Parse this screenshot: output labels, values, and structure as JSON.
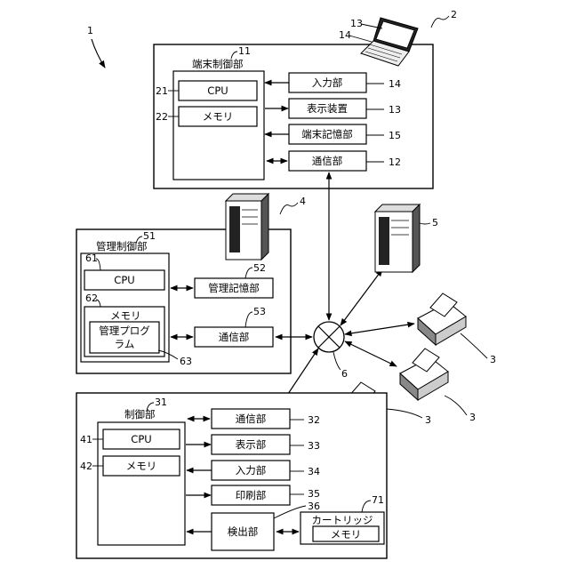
{
  "refs": {
    "system": "1",
    "terminal": "2",
    "printer": "3",
    "server": "4",
    "server2": "5",
    "network": "6",
    "cartridge": "71"
  },
  "terminal": {
    "ref": "11",
    "controller_label": "端末制御部",
    "cpu_ref": "21",
    "cpu_label": "CPU",
    "memory_ref": "22",
    "memory_label": "メモリ",
    "input_label": "入力部",
    "input_ref": "14",
    "display_label": "表示装置",
    "display_ref": "13",
    "storage_label": "端末記憶部",
    "storage_ref": "15",
    "comm_label": "通信部",
    "comm_ref": "12",
    "laptop_ref_screen": "13",
    "laptop_ref_keyboard": "14"
  },
  "server": {
    "ref": "51",
    "controller_label": "管理制御部",
    "cpu_ref": "61",
    "cpu_label": "CPU",
    "memory_ref": "62",
    "memory_label": "メモリ",
    "program_label_1": "管理プログ",
    "program_label_2": "ラム",
    "program_ref": "63",
    "storage_label": "管理記憶部",
    "storage_ref": "52",
    "comm_label": "通信部",
    "comm_ref": "53"
  },
  "printer": {
    "ref": "31",
    "controller_label": "制御部",
    "cpu_ref": "41",
    "cpu_label": "CPU",
    "memory_ref": "42",
    "memory_label": "メモリ",
    "comm_label": "通信部",
    "comm_ref": "32",
    "display_label": "表示部",
    "display_ref": "33",
    "input_label": "入力部",
    "input_ref": "34",
    "print_label": "印刷部",
    "print_ref": "35",
    "detect_label": "検出部",
    "detect_ref": "36",
    "cartridge_label": "カートリッジ",
    "cartridge_memory_label": "メモリ"
  }
}
